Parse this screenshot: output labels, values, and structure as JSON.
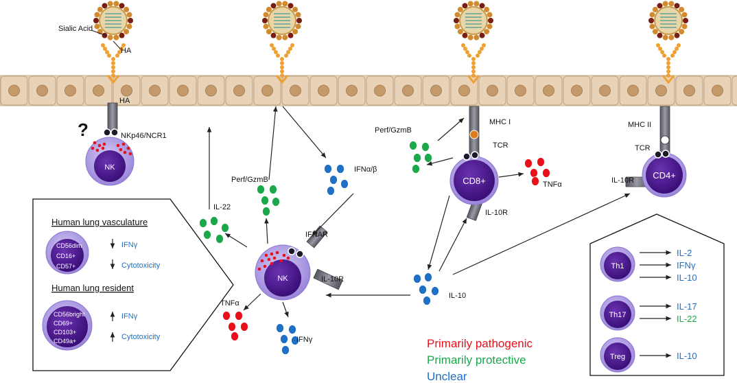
{
  "labels": {
    "sialic_acid": "Sialic Acid",
    "ha_virus": "HA",
    "ha_receptor": "HA",
    "question": "?",
    "nkp46": "NKp46/NCR1",
    "nk": "NK",
    "nk_main": "NK",
    "perf_gzmb_left": "Perf/GzmB",
    "perf_gzmb_right": "Perf/GzmB",
    "ifn_ab": "IFNα/β",
    "il22": "IL-22",
    "ifnar": "IFNAR",
    "il10r_nk": "IL-10R",
    "il10r_cd8": "IL-10R",
    "il10r_cd4": "IL-10R",
    "tnfa_nk": "TNFα",
    "tnfa_cd8": "TNFα",
    "ifng_nk": "IFNγ",
    "il10": "IL-10",
    "mhc1": "MHC I",
    "mhc2": "MHC II",
    "tcr_cd8": "TCR",
    "tcr_cd4": "TCR",
    "cd8": "CD8+",
    "cd4": "CD4+"
  },
  "human_lung_panel": {
    "vasculature_title": "Human lung vasculature",
    "vasculature_markers": [
      "CD56dim",
      "CD16+",
      "CD57+"
    ],
    "vasculature_effects": [
      {
        "direction": "down",
        "label": "IFNγ"
      },
      {
        "direction": "down",
        "label": "Cytotoxicity"
      }
    ],
    "resident_title": "Human lung resident",
    "resident_markers": [
      "CD56bright",
      "CD69+",
      "CD103+",
      "CD49a+"
    ],
    "resident_effects": [
      {
        "direction": "up",
        "label": "IFNγ"
      },
      {
        "direction": "up",
        "label": "Cytotoxicity"
      }
    ]
  },
  "th_panel": {
    "th1": {
      "name": "Th1",
      "outputs": [
        "IL-2",
        "IFNγ",
        "IL-10"
      ]
    },
    "th17": {
      "name": "Th17",
      "outputs": [
        "IL-17",
        "IL-22"
      ]
    },
    "treg": {
      "name": "Treg",
      "outputs": [
        "IL-10"
      ]
    }
  },
  "legend": {
    "pathogenic": "Primarily pathogenic",
    "protective": "Primarily protective",
    "unclear": "Unclear"
  },
  "colors": {
    "pathogenic": "#e8101a",
    "protective": "#1aa84a",
    "unclear": "#1f6fc4",
    "cell_purple": "#4b1a8c",
    "cell_outer": "#b8a4e6",
    "epithelium": "#e9d3b8",
    "nucleus": "#c49a6a",
    "receptor": "#6d6d78",
    "virus_ring": "#d28a2e",
    "chain": "#f0a030"
  }
}
